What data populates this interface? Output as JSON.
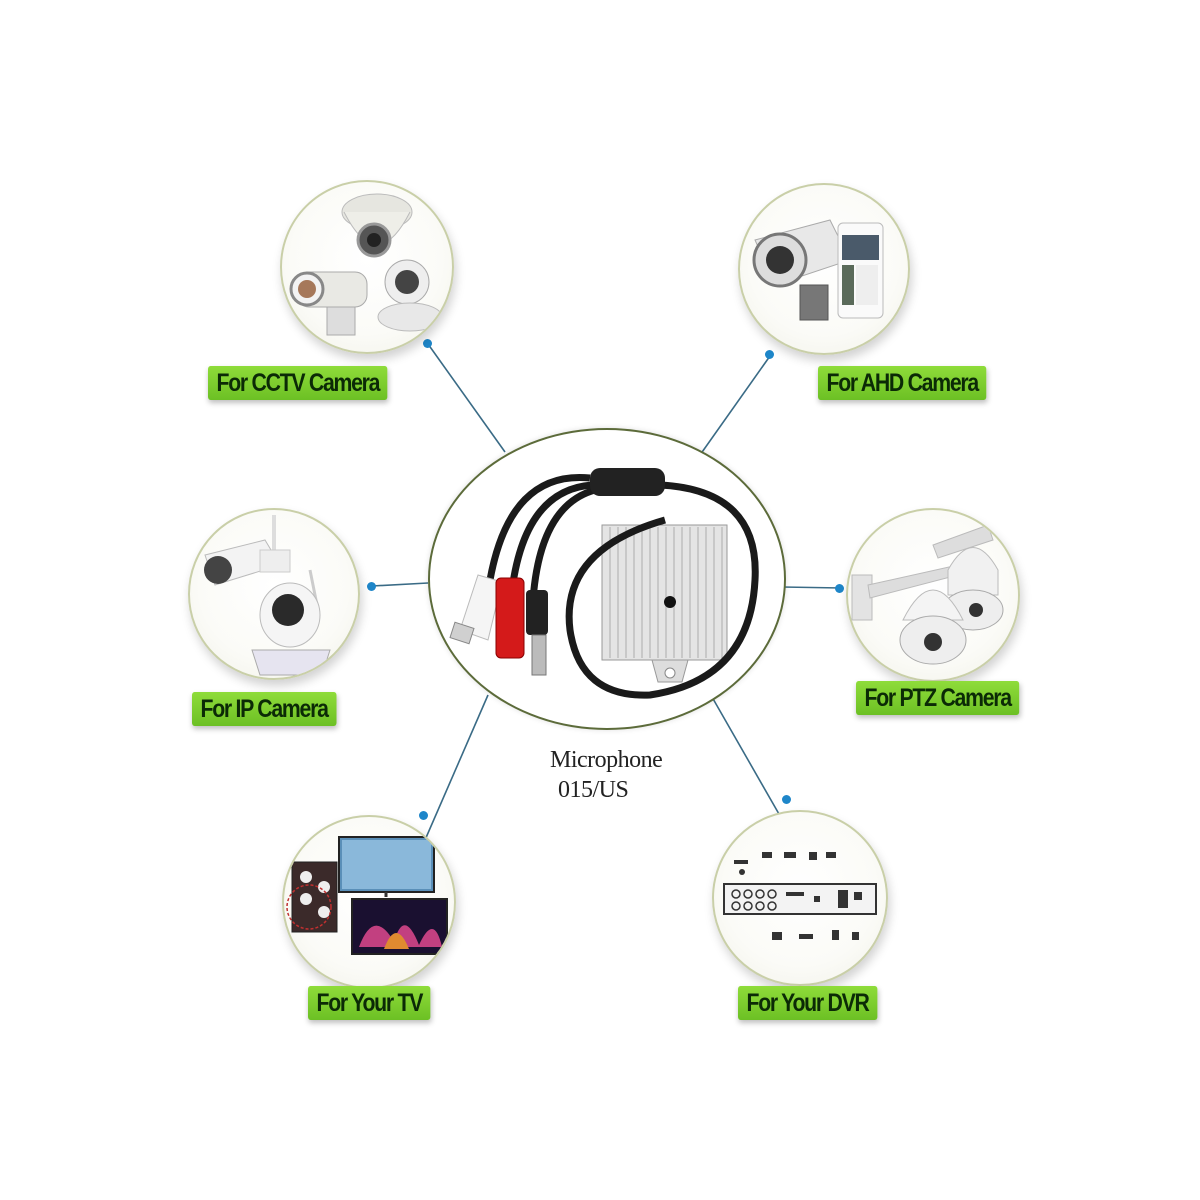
{
  "product": {
    "name": "Microphone",
    "model": "015/US"
  },
  "colors": {
    "label_bg": "#7ace2f",
    "label_text": "#0b2a06",
    "connector_line": "#3a6b86",
    "connector_dot": "#1e86c9",
    "circle_border": "#c9cfa8"
  },
  "applications": [
    {
      "id": "cctv",
      "label": "For CCTV Camera",
      "icon": "cctv-camera-icon"
    },
    {
      "id": "ahd",
      "label": "For AHD Camera",
      "icon": "ahd-camera-icon"
    },
    {
      "id": "ip",
      "label": "For IP Camera",
      "icon": "ip-camera-icon"
    },
    {
      "id": "ptz",
      "label": "For PTZ Camera",
      "icon": "ptz-camera-icon"
    },
    {
      "id": "tv",
      "label": "For Your TV",
      "icon": "tv-icon"
    },
    {
      "id": "dvr",
      "label": "For Your DVR",
      "icon": "dvr-icon"
    }
  ]
}
